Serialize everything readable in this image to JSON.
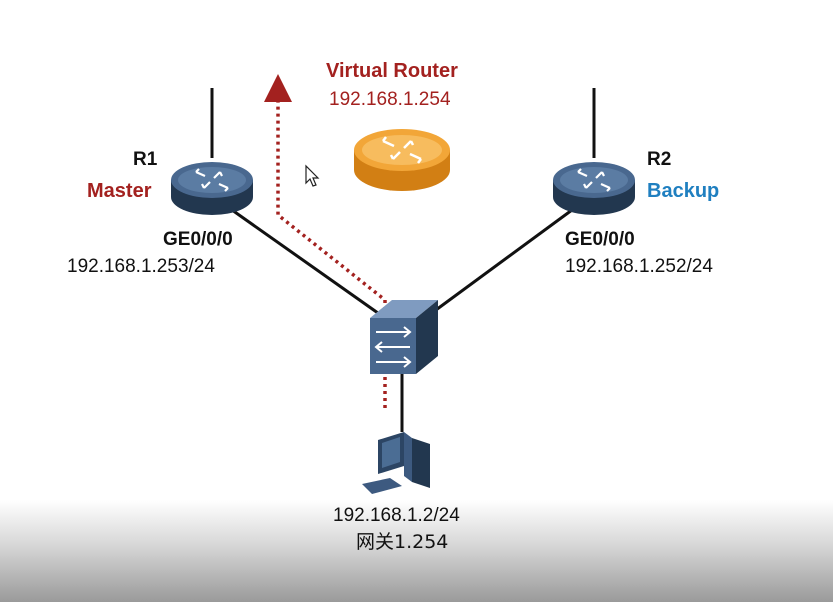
{
  "virtual_router": {
    "title": "Virtual Router",
    "ip": "192.168.1.254"
  },
  "r1": {
    "name": "R1",
    "role": "Master",
    "interface": "GE0/0/0",
    "ip": "192.168.1.253/24"
  },
  "r2": {
    "name": "R2",
    "role": "Backup",
    "interface": "GE0/0/0",
    "ip": "192.168.1.252/24"
  },
  "host": {
    "ip": "192.168.1.2/24",
    "gateway": "网关1.254"
  },
  "colors": {
    "master_red": "#a3211f",
    "backup_blue": "#1f7fc0",
    "router_blue": "#3f5e86",
    "virtual_orange": "#f2a638",
    "path_red": "#a3211f"
  }
}
